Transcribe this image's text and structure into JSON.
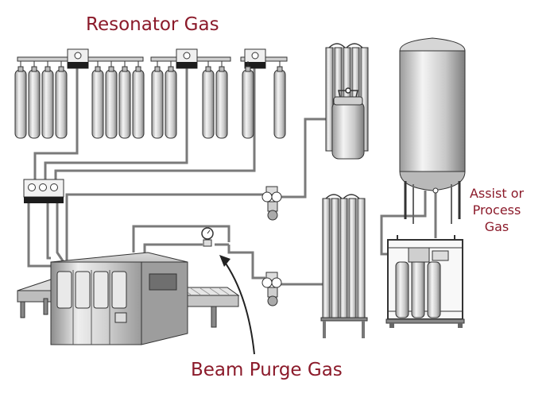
{
  "labels": {
    "resonator_gas": "Resonator Gas",
    "assist_line1": "Assist or",
    "assist_line2": "Process",
    "assist_line3": "Gas",
    "beam_purge_gas": "Beam Purge Gas"
  },
  "colors": {
    "label_text": "#8b1a2a",
    "equipment_outline": "#333333",
    "pipe": "#7a7a7a",
    "metal_light": "#f0f0f0",
    "metal_dark": "#8a8a8a"
  }
}
